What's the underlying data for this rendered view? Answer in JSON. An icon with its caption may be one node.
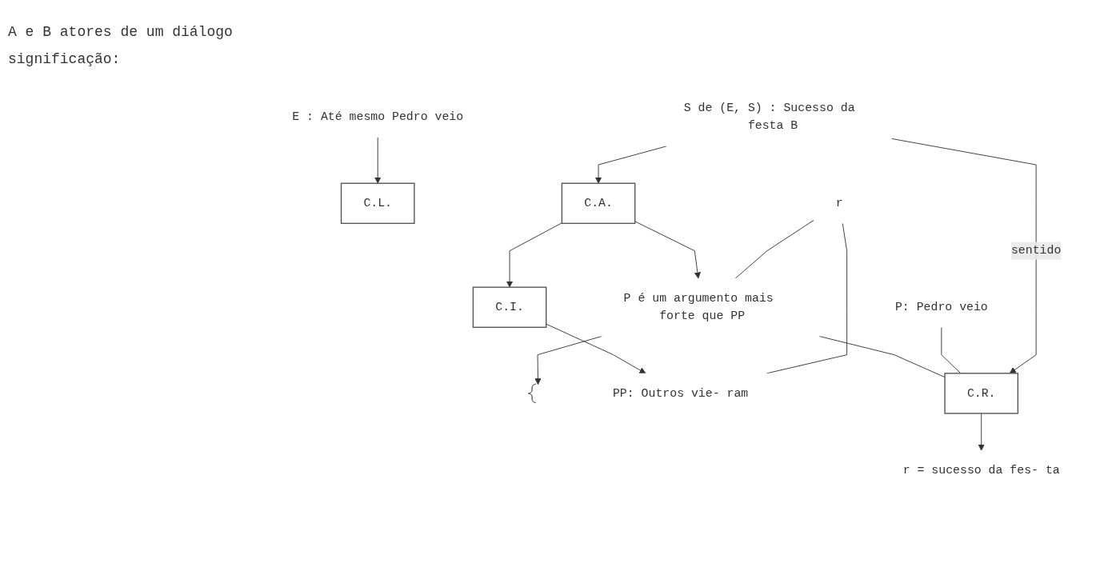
{
  "diagram": {
    "nodes": [
      {
        "text": [
          "S de (E, S) : Sucesso da festa B"
        ]
      },
      {
        "text": [
          "E : Até mesmo Pedro veio"
        ]
      },
      {
        "text": [
          "C.L."
        ]
      },
      {
        "text": [
          "C.A."
        ]
      },
      {
        "text": [
          "C.I."
        ]
      },
      {
        "text": [
          "r"
        ]
      },
      {
        "text": [
          "P é um argumento mais forte que PP"
        ]
      },
      {
        "text": [],
        "shape": "brace"
      },
      {
        "text": [
          "PP: Outros vie- ram"
        ]
      },
      {
        "text": [
          "P: Pedro veio"
        ]
      },
      {
        "text": [
          "C.R."
        ]
      },
      {
        "text": [
          "r = sucesso da fes- ta"
        ]
      }
    ],
    "edges": [
      {
        "from": 0,
        "to": 3,
        "arrow": "to"
      },
      {
        "from": 1,
        "to": 2,
        "arrow": "to"
      },
      {
        "from": 3,
        "to": 4,
        "arrow": "to"
      },
      {
        "from": 3,
        "to": 6,
        "arrow": "to"
      },
      {
        "from": 4,
        "to": 8,
        "arrow": "to"
      },
      {
        "from": 5,
        "to": 6,
        "arrow": "none"
      },
      {
        "from": 5,
        "to": 8,
        "arrow": "none"
      },
      {
        "from": 6,
        "to": 7,
        "arrow": "to"
      },
      {
        "from": 6,
        "to": 10,
        "arrow": "none"
      },
      {
        "from": 9,
        "to": 10,
        "arrow": "none"
      },
      {
        "from": 0,
        "to": 10,
        "label": "sentido",
        "arrow": "to"
      },
      {
        "from": 10,
        "to": 11,
        "arrow": "to"
      }
    ],
    "labels": [
      "A e B atores de um diálogo",
      "significação:"
    ]
  }
}
